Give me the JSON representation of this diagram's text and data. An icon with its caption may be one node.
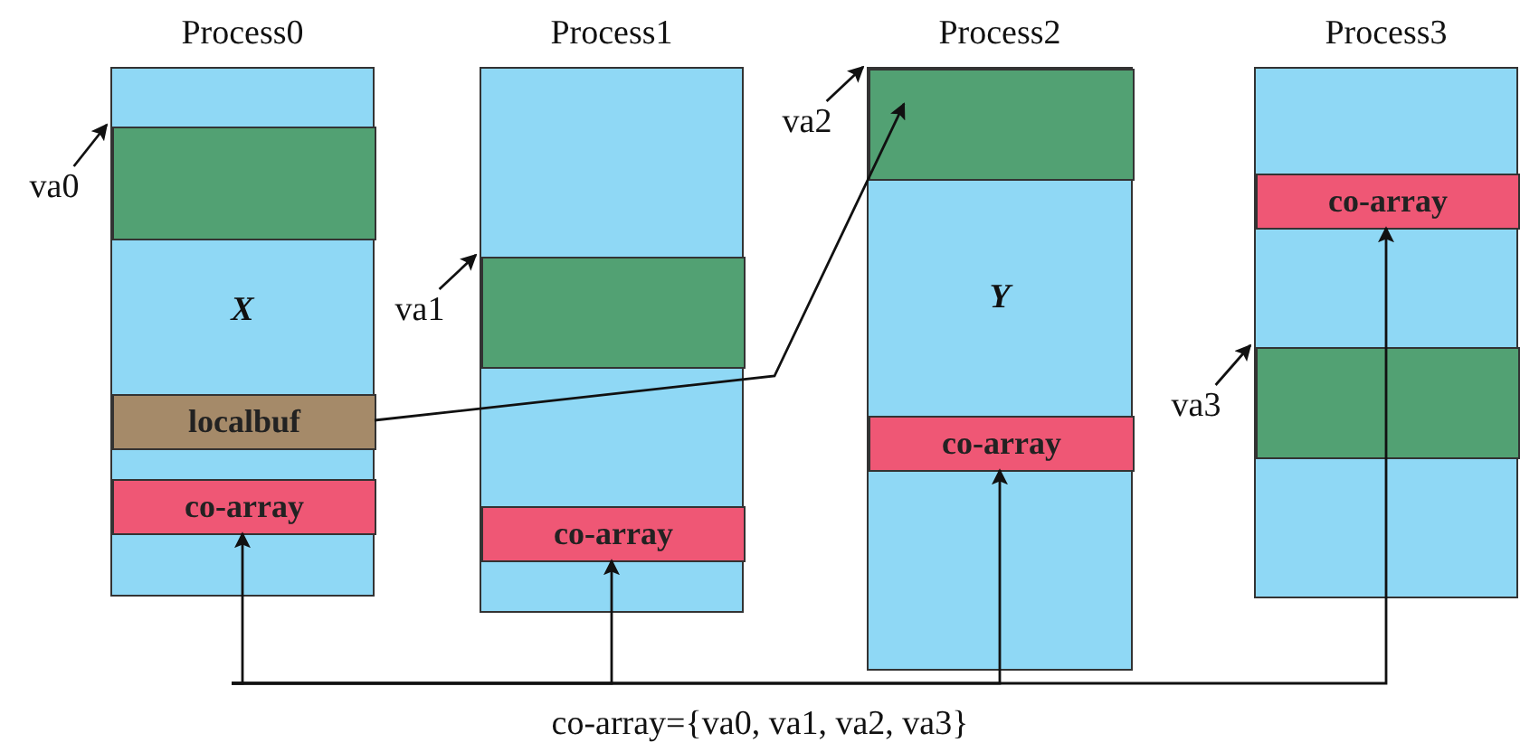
{
  "diagram": {
    "caption": "co-array={va0, va1, va2, va3}",
    "nodes": [
      {
        "text": [
          "Process0",
          "X"
        ]
      },
      {
        "text": [],
        "shape": "box",
        "in": 0
      },
      {
        "text": [
          "localbuf"
        ],
        "in": 0
      },
      {
        "text": [
          "co-array"
        ],
        "in": 0
      },
      {
        "text": [
          "Process1"
        ]
      },
      {
        "text": [],
        "shape": "box",
        "in": 4
      },
      {
        "text": [
          "co-array"
        ],
        "in": 4
      },
      {
        "text": [
          "Process2",
          "Y"
        ]
      },
      {
        "text": [],
        "shape": "box",
        "in": 7
      },
      {
        "text": [
          "co-array"
        ],
        "in": 7
      },
      {
        "text": [
          "Process3"
        ]
      },
      {
        "text": [
          "co-array"
        ],
        "in": 10
      },
      {
        "text": [],
        "shape": "box",
        "in": 10
      },
      {
        "text": [
          "va0"
        ]
      },
      {
        "text": [
          "va1"
        ]
      },
      {
        "text": [
          "va2"
        ]
      },
      {
        "text": [
          "va3"
        ]
      }
    ],
    "edges": [
      {
        "from": 13,
        "to": 1,
        "arrow": "to"
      },
      {
        "from": 14,
        "to": 5,
        "arrow": "to"
      },
      {
        "from": 15,
        "to": 8,
        "arrow": "to"
      },
      {
        "from": 16,
        "to": 12,
        "arrow": "to"
      },
      {
        "from": 2,
        "to": 8,
        "arrow": "to"
      },
      {
        "from": null,
        "to": 3,
        "arrow": "to"
      },
      {
        "from": null,
        "to": 6,
        "arrow": "to"
      },
      {
        "from": null,
        "to": 9,
        "arrow": "to"
      },
      {
        "from": null,
        "to": 11,
        "arrow": "to"
      }
    ]
  }
}
